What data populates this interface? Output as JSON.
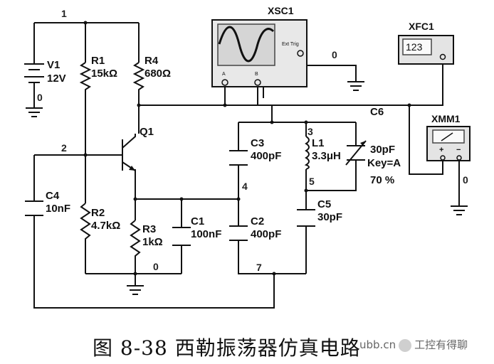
{
  "figure": {
    "caption": "图 8-38   西勒振荡器仿真电路",
    "watermark_prefix": "ubb.cn",
    "watermark_text": "工控有得聊"
  },
  "instruments": {
    "oscilloscope": {
      "name": "XSC1",
      "trigger_label": "Ext Trig",
      "channel_a": "A",
      "channel_b": "B"
    },
    "frequency_counter": {
      "name": "XFC1",
      "display": "123"
    },
    "multimeter": {
      "name": "XMM1",
      "plus": "+",
      "minus": "−"
    }
  },
  "components": {
    "V1": {
      "name": "V1",
      "value": "12V"
    },
    "R1": {
      "name": "R1",
      "value": "15kΩ"
    },
    "R4": {
      "name": "R4",
      "value": "680Ω"
    },
    "Q1": {
      "name": "Q1"
    },
    "R2": {
      "name": "R2",
      "value": "4.7kΩ"
    },
    "R3": {
      "name": "R3",
      "value": "1kΩ"
    },
    "C1": {
      "name": "C1",
      "value": "100nF"
    },
    "C2": {
      "name": "C2",
      "value": "400pF"
    },
    "C3": {
      "name": "C3",
      "value": "400pF"
    },
    "C4": {
      "name": "C4",
      "value": "10nF"
    },
    "C5": {
      "name": "C5",
      "value": "30pF"
    },
    "C6": {
      "name": "C6",
      "value": "30pF",
      "key": "Key=A",
      "setting": "70 %"
    },
    "L1": {
      "name": "L1",
      "value": "3.3μH"
    }
  },
  "nodes": {
    "n1": "1",
    "n2": "2",
    "n3": "3",
    "n4": "4",
    "n5": "5",
    "n7": "7",
    "n0_ground_v1": "0",
    "n0_bottom": "0",
    "n0_scope": "0",
    "n0_meter": "0"
  }
}
